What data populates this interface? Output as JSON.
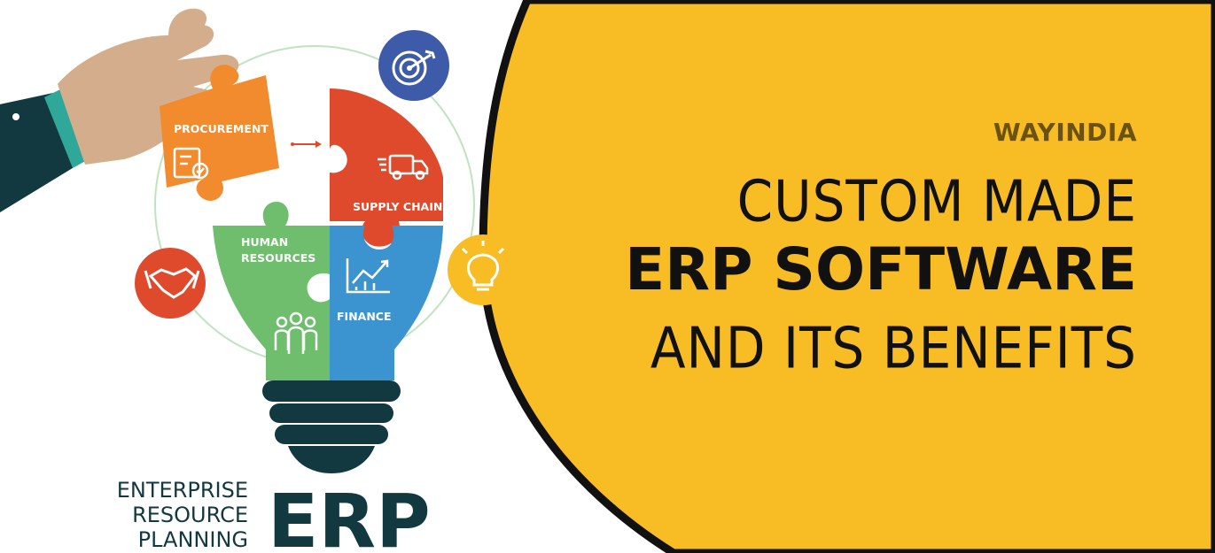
{
  "brand": "WAYINDIA",
  "headline": {
    "line1": "CUSTOM MADE",
    "line2": "ERP SOFTWARE",
    "line3": "AND ITS BENEFITS"
  },
  "puzzle_labels": {
    "procurement": "PROCUREMENT",
    "supply_chain": "SUPPLY CHAIN",
    "human_resources_1": "HUMAN",
    "human_resources_2": "RESOURCES",
    "finance": "FINANCE"
  },
  "erp": {
    "acronym": "ERP",
    "line1": "ENTERPRISE",
    "line2": "RESOURCE",
    "line3": "PLANNING"
  },
  "colors": {
    "yellow": "#F8BC25",
    "procurement": "#F28A2E",
    "supply_chain": "#E04A2C",
    "human_resources": "#6EBE6E",
    "finance": "#3B94D0",
    "dark": "#12393F",
    "target_icon_bg": "#3D5BA9",
    "handshake_icon_bg": "#E04A2C",
    "bulb_icon_bg": "#F8BC25"
  },
  "icons": [
    "target-icon",
    "handshake-icon",
    "lightbulb-icon",
    "checklist-icon",
    "truck-icon",
    "chart-icon",
    "people-icon"
  ]
}
